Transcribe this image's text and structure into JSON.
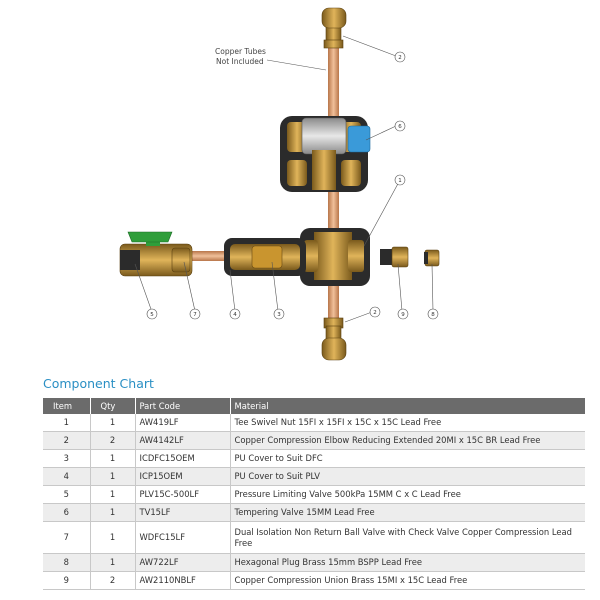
{
  "diagram": {
    "note_line1": "Copper Tubes",
    "note_line2": "Not Included",
    "callouts": [
      "2",
      "6",
      "1",
      "5",
      "7",
      "4",
      "3",
      "2",
      "9",
      "8"
    ]
  },
  "chart": {
    "title": "Component Chart",
    "headers": [
      "Item",
      "Qty",
      "Part Code",
      "Material"
    ],
    "rows": [
      {
        "item": "1",
        "qty": "1",
        "code": "AW419LF",
        "material": "Tee Swivel Nut 15FI x 15FI x 15C x 15C Lead Free"
      },
      {
        "item": "2",
        "qty": "2",
        "code": "AW4142LF",
        "material": "Copper Compression Elbow Reducing Extended 20MI x 15C BR Lead Free"
      },
      {
        "item": "3",
        "qty": "1",
        "code": "ICDFC15OEM",
        "material": "PU Cover to Suit DFC"
      },
      {
        "item": "4",
        "qty": "1",
        "code": "ICP15OEM",
        "material": "PU Cover to Suit PLV"
      },
      {
        "item": "5",
        "qty": "1",
        "code": "PLV15C-500LF",
        "material": "Pressure Limiting Valve 500kPa 15MM C x C Lead Free"
      },
      {
        "item": "6",
        "qty": "1",
        "code": "TV15LF",
        "material": "Tempering Valve 15MM Lead Free"
      },
      {
        "item": "7",
        "qty": "1",
        "code": "WDFC15LF",
        "material": "Dual Isolation Non Return Ball Valve with Check Valve Copper Compression Lead Free"
      },
      {
        "item": "8",
        "qty": "1",
        "code": "AW722LF",
        "material": "Hexagonal Plug Brass 15mm BSPP Lead Free"
      },
      {
        "item": "9",
        "qty": "2",
        "code": "AW2110NBLF",
        "material": "Copper Compression Union Brass 15MI x 15C Lead Free"
      }
    ]
  },
  "colors": {
    "brass": "#b8862e",
    "copper_pipe": "#d89a6a",
    "black_cover": "#2b2b2b",
    "valve_green": "#2f9e3a",
    "knob_blue": "#3a9ad9",
    "title_blue": "#2a8fc4",
    "header_grey": "#6b6b6b"
  }
}
